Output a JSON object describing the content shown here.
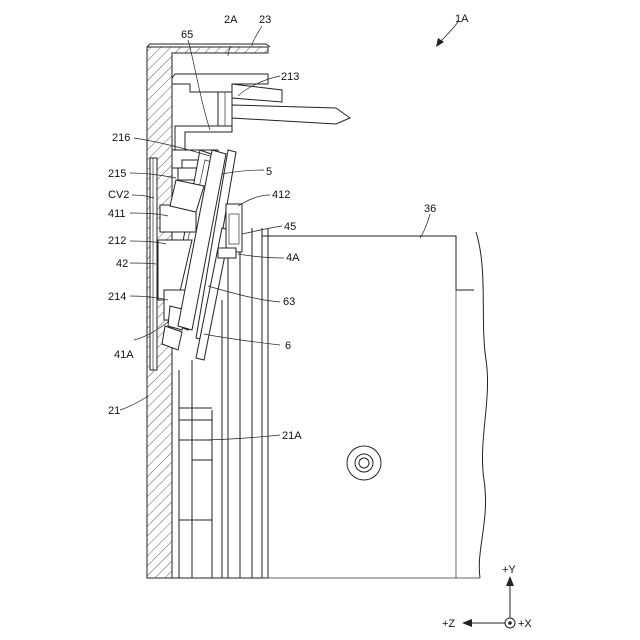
{
  "figure": {
    "assembly_label": "1A",
    "labels": {
      "l_2A": "2A",
      "l_23": "23",
      "l_65": "65",
      "l_213": "213",
      "l_216": "216",
      "l_5": "5",
      "l_215": "215",
      "l_CV2": "CV2",
      "l_412": "412",
      "l_411": "411",
      "l_36": "36",
      "l_45": "45",
      "l_212": "212",
      "l_42": "42",
      "l_4A": "4A",
      "l_214": "214",
      "l_63": "63",
      "l_41A": "41A",
      "l_6": "6",
      "l_21": "21",
      "l_21A": "21A"
    }
  },
  "axes": {
    "plus_y": "+Y",
    "plus_z": "+Z",
    "plus_x": "+X"
  }
}
